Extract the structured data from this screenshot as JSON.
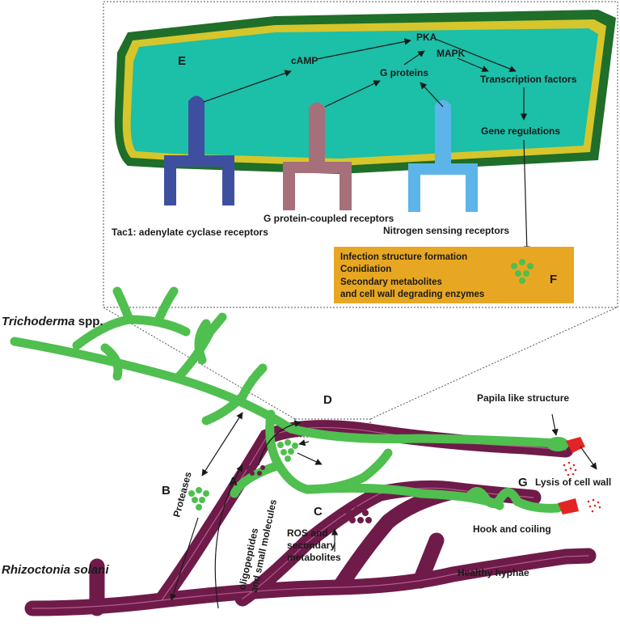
{
  "cell": {
    "label_E": "E",
    "camp": "cAMP",
    "pka": "PKA",
    "mapk": "MAPK",
    "g_proteins": "G proteins",
    "transcription_factors": "Transcription factors",
    "gene_regulations": "Gene regulations"
  },
  "receptors": {
    "tac1": "Tac1: adenylate cyclase receptors",
    "gpcr": "G protein-coupled receptors",
    "nitrogen": "Nitrogen sensing receptors"
  },
  "outcome_box": {
    "lines": [
      "Infection structure formation",
      "Conidiation",
      "Secondary metabolites",
      "and cell wall degrading enzymes"
    ],
    "label_F": "F"
  },
  "organisms": {
    "trichoderma_italic": "Trichoderma",
    "trichoderma_rest": " spp.",
    "rhizoctonia": "Rhizoctonia solani"
  },
  "labels": {
    "A": "A",
    "B": "B",
    "C": "C",
    "D": "D",
    "G": "G",
    "proteases": "Proteases",
    "oligo_line1": "oligopeptides",
    "oligo_line2": "and small molecules",
    "ros_line1": "ROS and",
    "ros_line2": "secondary",
    "ros_line3": "metabolites",
    "papila": "Papila like structure",
    "lysis": "Lysis of cell wall",
    "hook": "Hook and coiling",
    "healthy": "Healthy hyphae"
  },
  "colors": {
    "cell_outer": "#1f6e2a",
    "cell_mid": "#d6c62b",
    "cell_inner": "#1cbfa8",
    "receptor_tac1": "#3f4fa0",
    "receptor_gpcr": "#a6707a",
    "receptor_nitrogen": "#5cb4e8",
    "outcome_box": "#e8a722",
    "trichoderma": "#4fbf4f",
    "rhizoctonia": "#6e1b4a",
    "lysis_red": "#e32424"
  }
}
